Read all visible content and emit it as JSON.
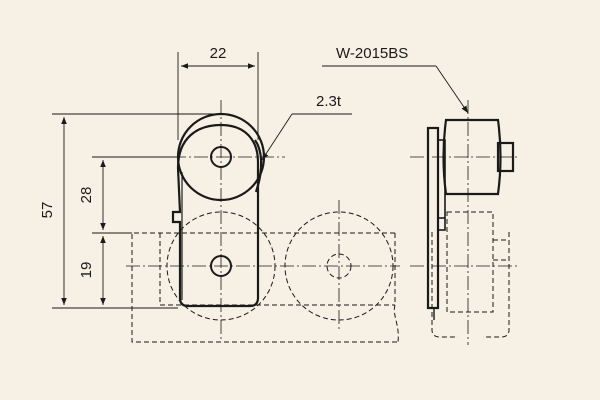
{
  "colors": {
    "background": "#f7f0e4",
    "ink": "#1a1a1a"
  },
  "dimensions": {
    "width_top": "22",
    "thickness": "2.3t",
    "height_total": "57",
    "height_upper": "28",
    "height_lower": "19"
  },
  "part_label": "W-2015BS"
}
